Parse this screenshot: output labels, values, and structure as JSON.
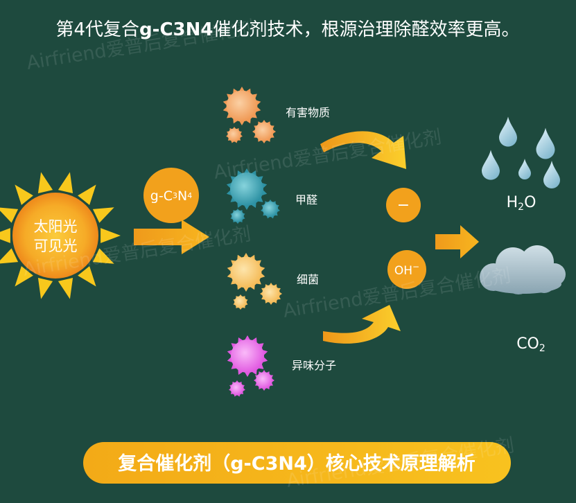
{
  "title": {
    "prefix": "第4代复合",
    "highlight": "g-C3N4",
    "suffix": "催化剂技术，根源治理除醛效率更高。"
  },
  "watermark": "Airfriend爱普后复合催化剂",
  "sun": {
    "line1": "太阳光",
    "line2": "可见光"
  },
  "catalyst": {
    "parts": [
      "g-C",
      "3",
      "N",
      "4"
    ]
  },
  "pollutants": [
    {
      "label": "有害物质"
    },
    {
      "label": "甲醛"
    },
    {
      "label": "细菌"
    },
    {
      "label": "异味分子"
    }
  ],
  "ions": {
    "negative": "−",
    "hydroxide": {
      "base": "OH",
      "charge": "−"
    }
  },
  "products": {
    "water": {
      "parts": [
        "H",
        "2",
        "O"
      ]
    },
    "carbon_dioxide": {
      "parts": [
        "CO",
        "2"
      ]
    }
  },
  "banner": {
    "text": "复合催化剂（g-C3N4）核心技术原理解析"
  },
  "colors": {
    "background": "#1e4a3e",
    "text": "#ffffff",
    "accent_orange": "#f2a11c",
    "sun": [
      "#fbcb3c",
      "#f6ab27",
      "#ee891b"
    ],
    "sun_ray": "#f8c81c",
    "arrow": [
      "#ef9a1b",
      "#f7b51f"
    ],
    "curved_arrow": [
      "#ee9719",
      "#fbcf2c"
    ],
    "banner": [
      "#f3aa17",
      "#f8c21f"
    ],
    "water_drop": [
      "#dff1f8",
      "#7db5cc"
    ],
    "cloud": [
      "#d0dfe6",
      "#88a3b0"
    ],
    "watermark": "#ffffff",
    "particles": {
      "harmful": {
        "light": "#fbd0a4",
        "base": "#f09a56"
      },
      "formaldehyde": {
        "light": "#86d3dc",
        "base": "#2e92a4"
      },
      "bacteria": {
        "light": "#fde5ac",
        "base": "#f5bc5a"
      },
      "odor": {
        "light": "#fabaf9",
        "base": "#e15ae1"
      }
    }
  }
}
